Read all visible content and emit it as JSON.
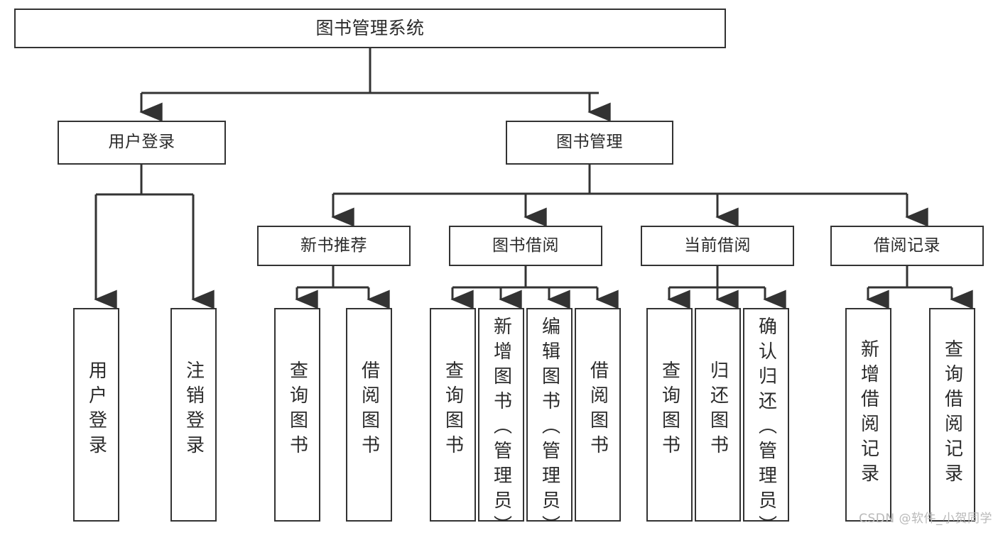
{
  "diagram": {
    "title": "图书管理系统",
    "type": "function-hierarchy-tree",
    "style": {
      "box_border_color": "#333333",
      "box_fill_color": "#ffffff",
      "connector_color": "#333333",
      "text_color": "#2b2b2b",
      "background": "#ffffff",
      "watermark_color": "#b9b9b9"
    },
    "root": {
      "label": "图书管理系统"
    },
    "level1": [
      {
        "label": "用户登录"
      },
      {
        "label": "图书管理"
      }
    ],
    "level2": [
      {
        "label": "新书推荐"
      },
      {
        "label": "图书借阅"
      },
      {
        "label": "当前借阅"
      },
      {
        "label": "借阅记录"
      }
    ],
    "leaves": {
      "user_login": [
        {
          "label": "用户登录"
        },
        {
          "label": "注销登录"
        }
      ],
      "new_book_recommend": [
        {
          "label": "查询图书"
        },
        {
          "label": "借阅图书"
        }
      ],
      "book_borrow": [
        {
          "label": "查询图书"
        },
        {
          "label": "新增图书（管理员）"
        },
        {
          "label": "编辑图书（管理员）"
        },
        {
          "label": "借阅图书"
        }
      ],
      "current_borrow": [
        {
          "label": "查询图书"
        },
        {
          "label": "归还图书"
        },
        {
          "label": "确认归还（管理员）"
        }
      ],
      "borrow_record": [
        {
          "label": "新增借阅记录"
        },
        {
          "label": "查询借阅记录"
        }
      ]
    }
  },
  "watermark": {
    "text": "CSDN @软件_小贺同学"
  }
}
